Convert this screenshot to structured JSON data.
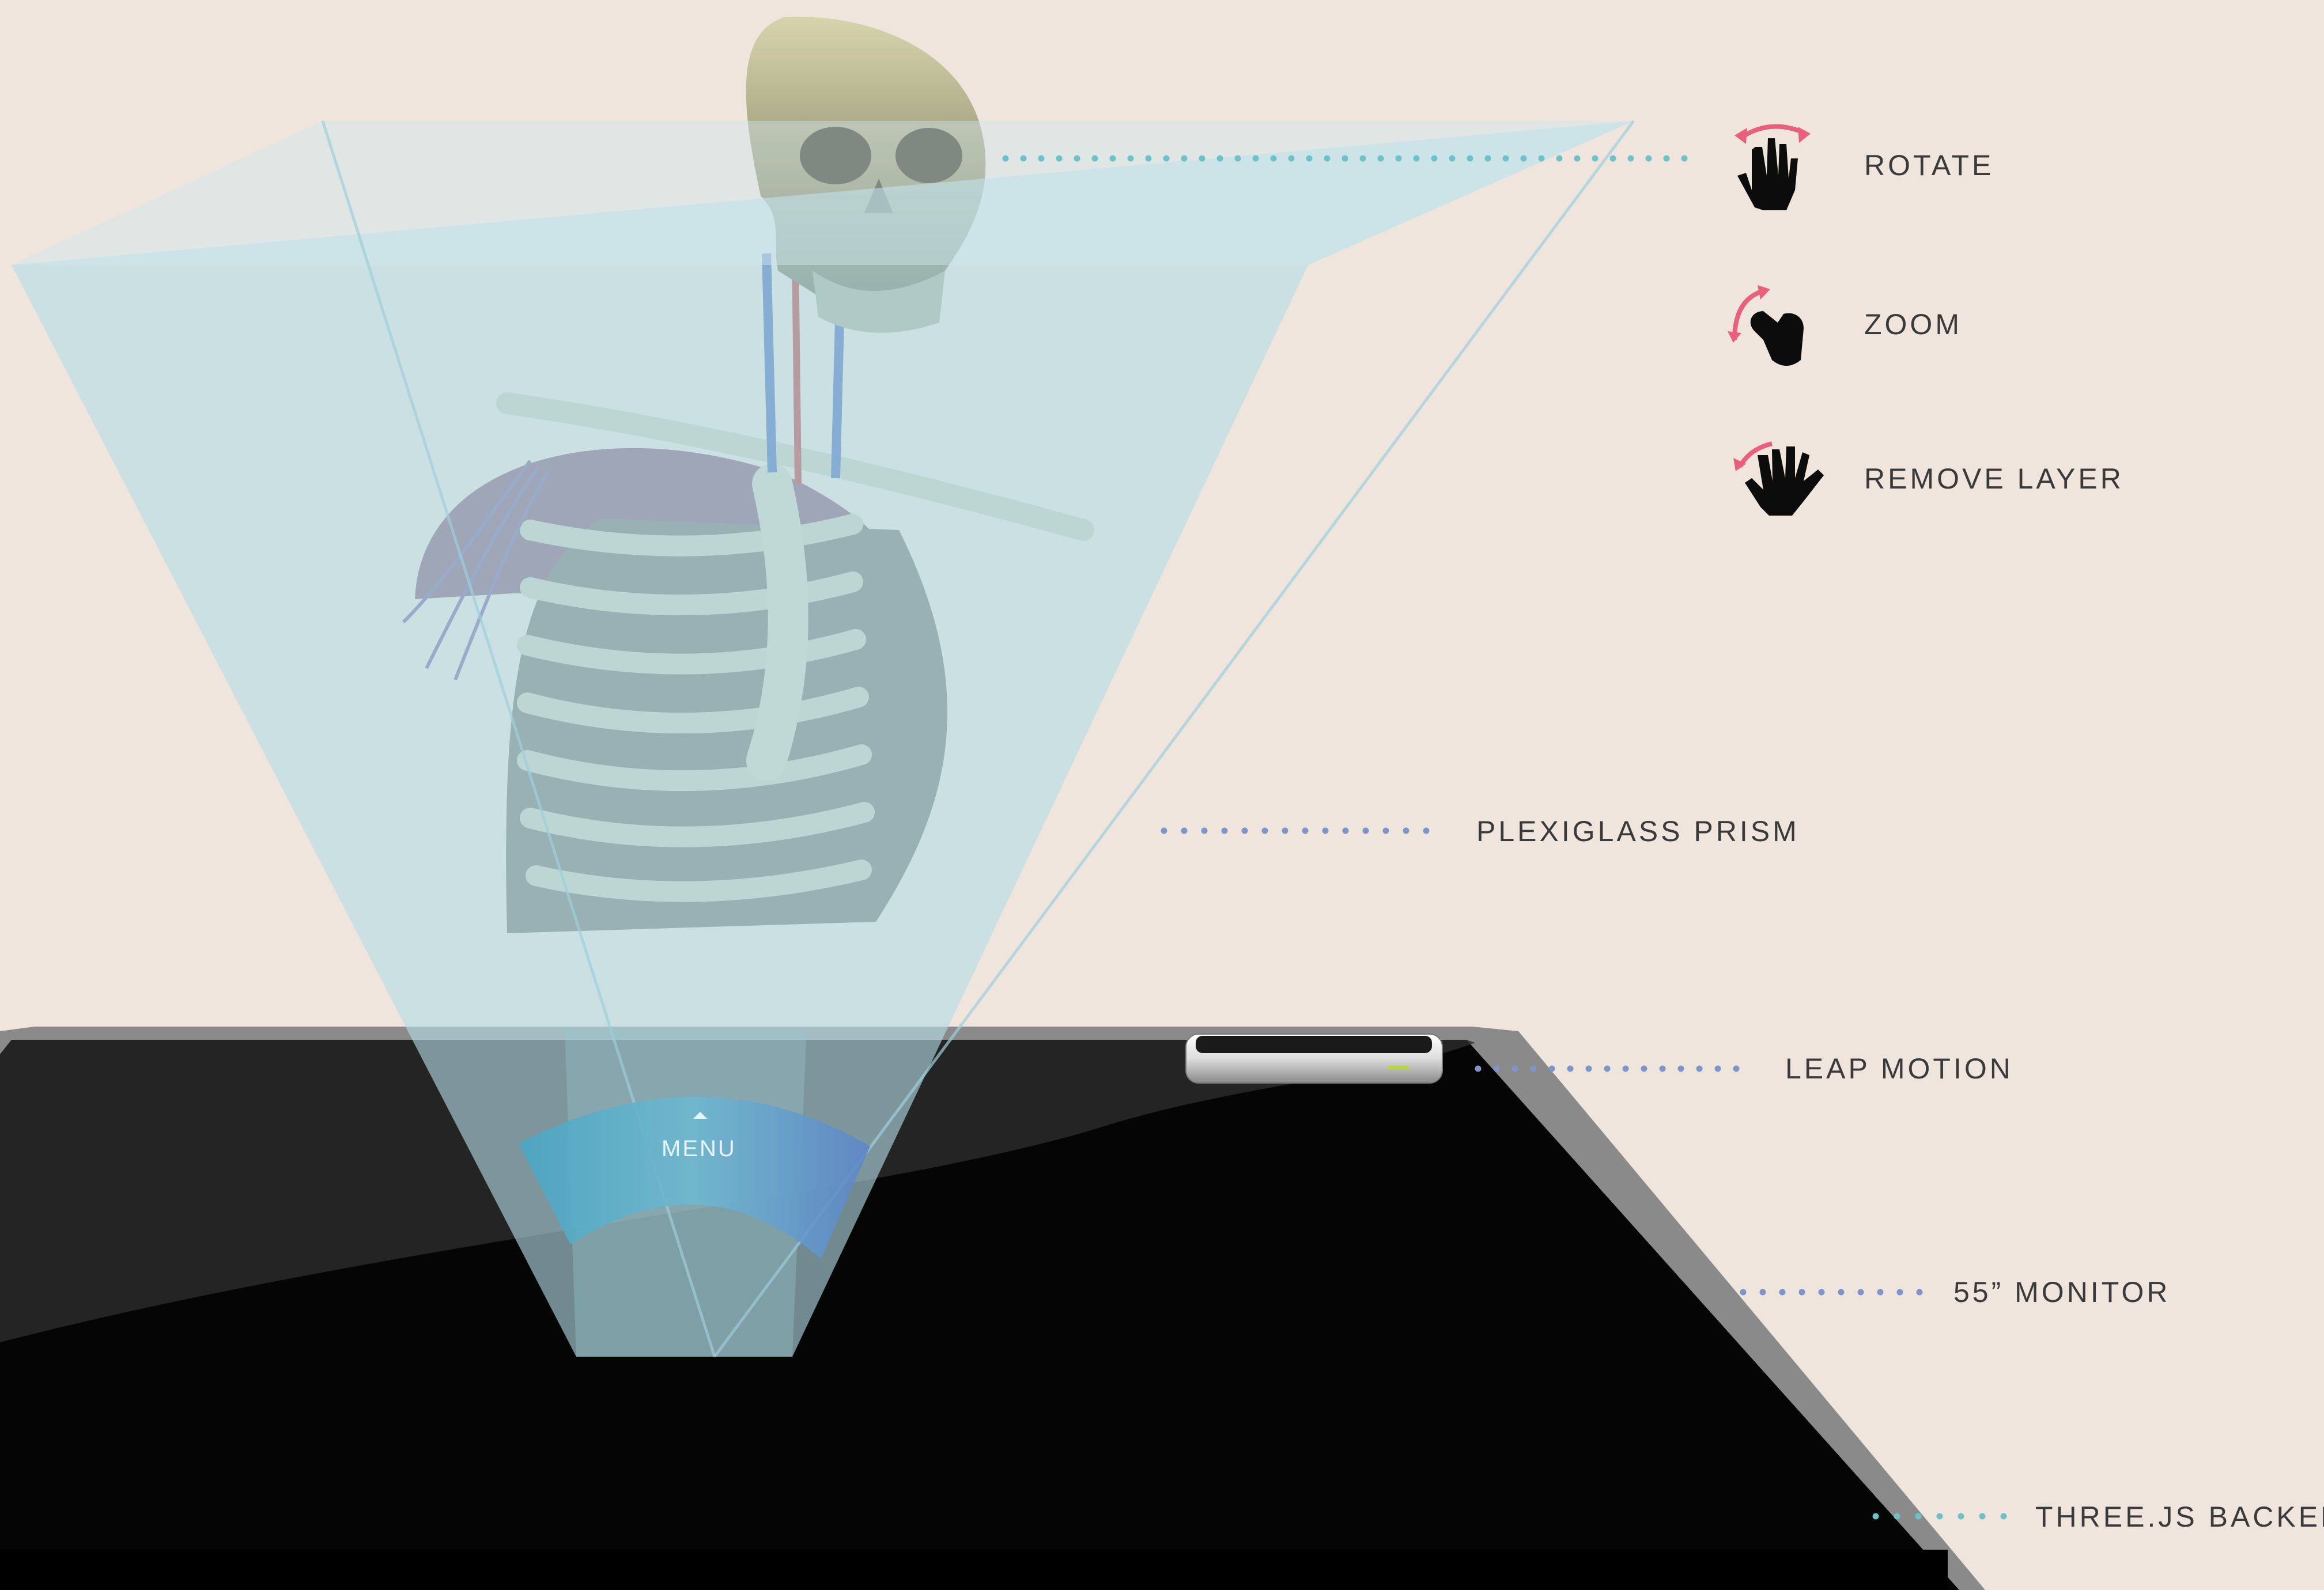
{
  "annotations": {
    "rotate": "ROTATE",
    "zoom": "ZOOM",
    "remove_layer": "REMOVE LAYER",
    "plexiglass_prism": "PLEXIGLASS PRISM",
    "leap_motion": "LEAP MOTION",
    "monitor": "55” MONITOR",
    "backend": "THREE.JS BACKEND"
  },
  "menu": {
    "label": "MENU"
  },
  "icons": {
    "rotate": "hand-rotate-icon",
    "zoom": "hand-pinch-zoom-icon",
    "remove_layer": "hand-swipe-icon"
  },
  "colors": {
    "background": "#efe5dd",
    "prism": "#b9dde6",
    "monitor": "#050505",
    "dot_teal": "#6fc1c9",
    "dot_blue": "#7f95c9",
    "gesture_arrow": "#e8607c"
  }
}
